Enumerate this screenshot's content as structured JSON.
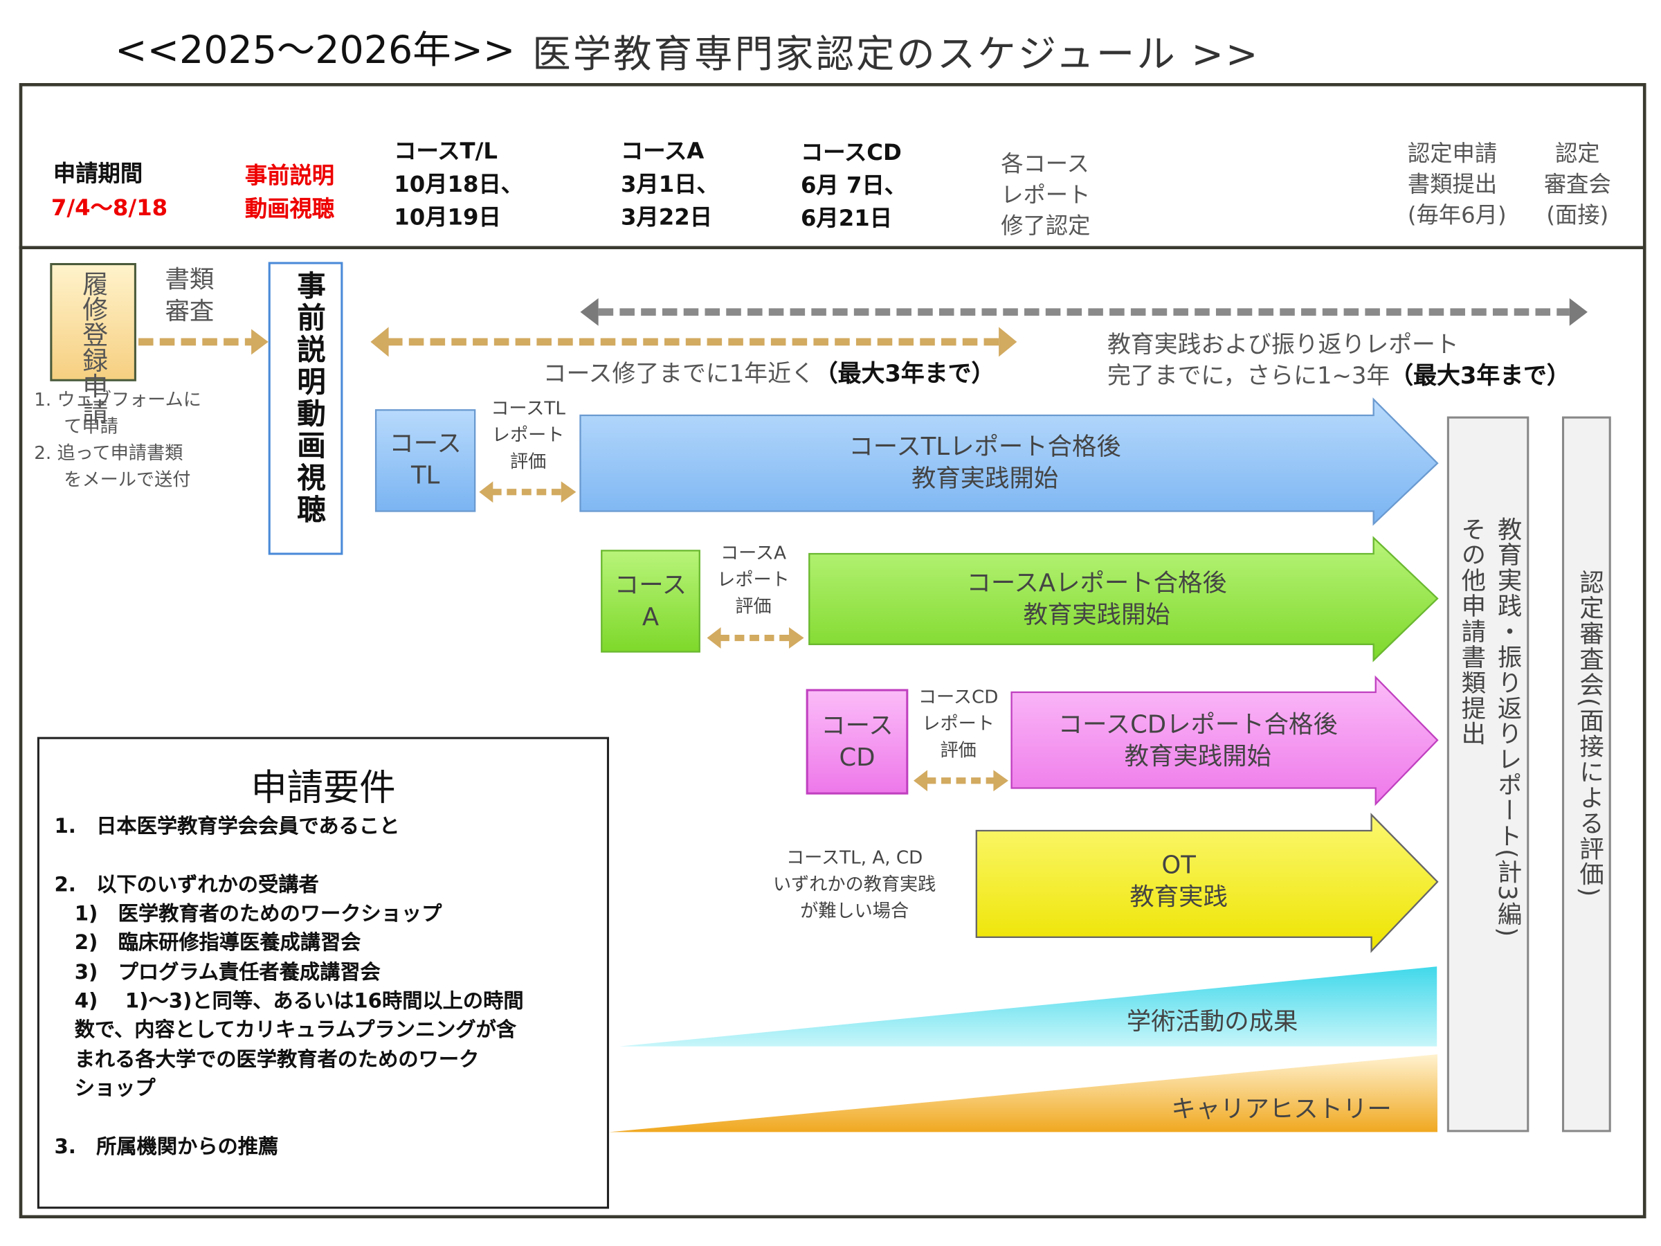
{
  "title": {
    "years": "<<2025～2026年>>",
    "main": "医学教育専門家認定のスケジュール >>"
  },
  "header": {
    "period_label": "申請期間",
    "period_value": "7/4〜8/18",
    "pre_video": [
      "事前説明",
      "動画視聴"
    ],
    "course_tl": [
      "コースT/L",
      "10月18日、",
      "10月19日"
    ],
    "course_a": [
      "コースA",
      "3月1日、",
      "3月22日"
    ],
    "course_cd": [
      "コースCD",
      "6月 7日、",
      "6月21日"
    ],
    "report_cert": [
      "各コース",
      "レポート",
      "修了認定"
    ],
    "submit": [
      "認定申請",
      "書類提出",
      "(毎年6月)"
    ],
    "review": [
      "認定",
      "審査会",
      "(面接)"
    ]
  },
  "flow": {
    "register_box": "履修登録申請",
    "doc_review": [
      "書類",
      "審査"
    ],
    "video_box": "事前説明動画視聴",
    "notes": [
      "1. ウェブフォームに",
      "て申請",
      "2. 追って申請書類",
      "をメールで送付"
    ],
    "course_period": "コース修了までに1年近く",
    "course_period_max": "（最大3年まで）",
    "practice_period": [
      "教育実践および振り返りレポート",
      "完了までに，さらに1~3年"
    ],
    "practice_period_max": "（最大3年まで）",
    "tl": {
      "box": [
        "コース",
        "TL"
      ],
      "eval": [
        "コースTL",
        "レポート",
        "評価"
      ],
      "arrow": [
        "コースTLレポート合格後",
        "教育実践開始"
      ]
    },
    "a": {
      "box": [
        "コース",
        "A"
      ],
      "eval": [
        "コースA",
        "レポート",
        "評価"
      ],
      "arrow": [
        "コースAレポート合格後",
        "教育実践開始"
      ]
    },
    "cd": {
      "box": [
        "コース",
        "CD"
      ],
      "eval": [
        "コースCD",
        "レポート",
        "評価"
      ],
      "arrow": [
        "コースCDレポート合格後",
        "教育実践開始"
      ]
    },
    "ot": {
      "note": [
        "コースTL, A, CD",
        "いずれかの教育実践",
        "が難しい場合"
      ],
      "arrow": [
        "OT",
        "教育実践"
      ]
    },
    "academic": "学術活動の成果",
    "career": "キャリアヒストリー",
    "submit_col": [
      "教育実践・振り返りレポート(計3編)",
      "その他申請書類提出"
    ],
    "review_col": "認定審査会(面接による評価)"
  },
  "requirements": {
    "title": "申請要件",
    "lines": [
      "1.　日本医学教育学会会員であること",
      "2.　以下のいずれかの受講者",
      "　1)　医学教育者のためのワークショップ",
      "　2)　臨床研修指導医養成講習会",
      "　3)　プログラム責任者養成講習会",
      "　4)　 1)〜3)と同等、あるいは16時間以上の時間",
      "　数で、内容としてカリキュラムプランニングが含",
      "　まれる各大学での医学教育者のためのワーク",
      "　ショップ",
      "3.　所属機関からの推薦"
    ]
  },
  "colors": {
    "blue": "#8ec2f6",
    "green": "#8ee63a",
    "pink": "#f48cf0",
    "yellow": "#f6f200",
    "cyan": "#5fe0ec",
    "orange": "#f4b030",
    "tan": "#d2aa60",
    "red": "#ee0000"
  }
}
